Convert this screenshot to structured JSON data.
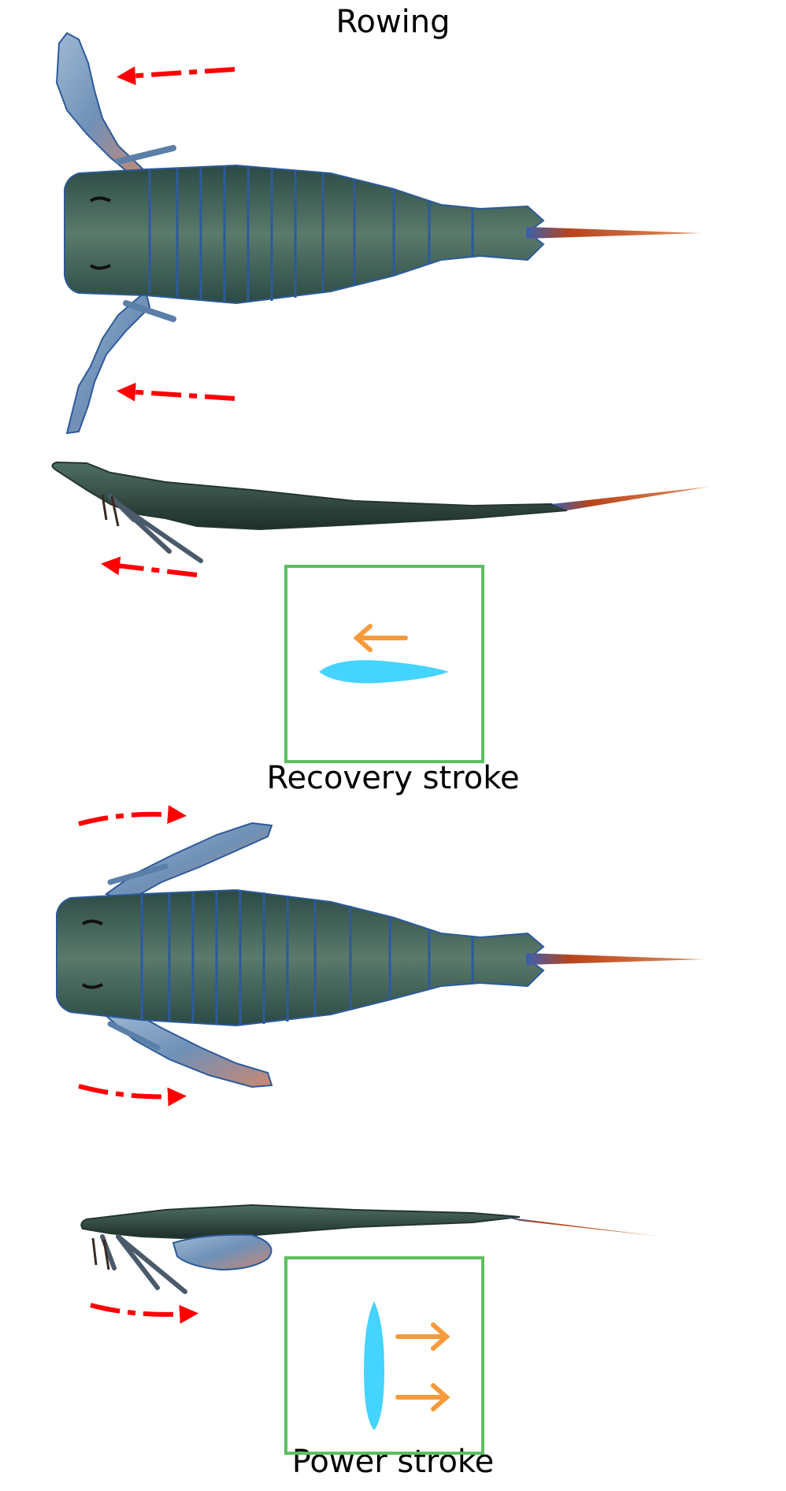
{
  "title": "Rowing",
  "panels": [
    {
      "id": "recovery",
      "caption": "Recovery stroke"
    },
    {
      "id": "power",
      "caption": "Power stroke"
    }
  ],
  "colors": {
    "motion_arrow": "#ff0000",
    "flow_arrow": "#f79a3b",
    "paddle": "#45d3ff",
    "inset_frame": "#5cbf60",
    "body_dark": "#2f4a45",
    "body_mid": "#4f6d62",
    "body_edge": "#2d5a9a",
    "telson": "#b8441a"
  },
  "icons": [
    "eurypterid-dorsal-view",
    "eurypterid-lateral-view",
    "paddle-blade",
    "motion-arrow",
    "flow-arrow"
  ]
}
